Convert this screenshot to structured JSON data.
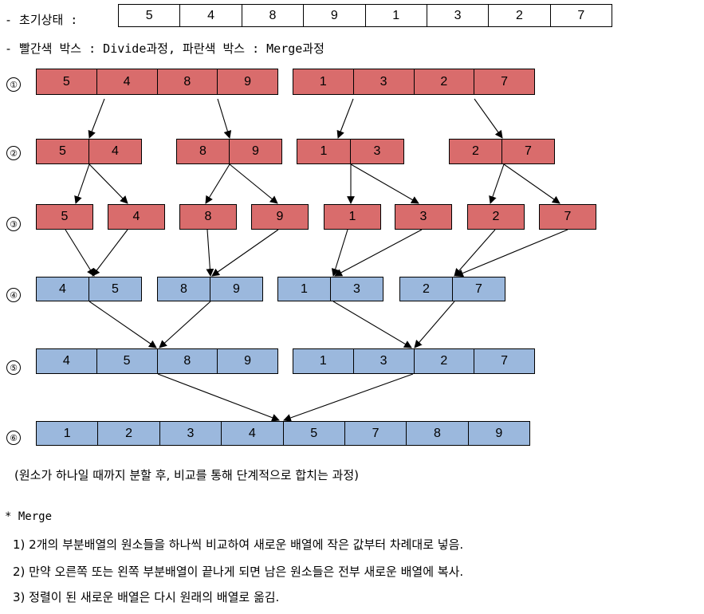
{
  "header": {
    "initial_label": "- 초기상태 :",
    "initial_values": [
      "5",
      "4",
      "8",
      "9",
      "1",
      "3",
      "2",
      "7"
    ],
    "legend": "- 빨간색 박스 : Divide과정, 파란색 박스 : Merge과정"
  },
  "rows": {
    "markers": [
      "①",
      "②",
      "③",
      "④",
      "⑤",
      "⑥"
    ],
    "r1": [
      [
        "5",
        "4",
        "8",
        "9"
      ],
      [
        "1",
        "3",
        "2",
        "7"
      ]
    ],
    "r2": [
      [
        "5",
        "4"
      ],
      [
        "8",
        "9"
      ],
      [
        "1",
        "3"
      ],
      [
        "2",
        "7"
      ]
    ],
    "r3": [
      [
        "5"
      ],
      [
        "4"
      ],
      [
        "8"
      ],
      [
        "9"
      ],
      [
        "1"
      ],
      [
        "3"
      ],
      [
        "2"
      ],
      [
        "7"
      ]
    ],
    "r4": [
      [
        "4",
        "5"
      ],
      [
        "8",
        "9"
      ],
      [
        "1",
        "3"
      ],
      [
        "2",
        "7"
      ]
    ],
    "r5": [
      [
        "4",
        "5",
        "8",
        "9"
      ],
      [
        "1",
        "3",
        "2",
        "7"
      ]
    ],
    "r6": [
      [
        "1",
        "2",
        "3",
        "4",
        "5",
        "7",
        "8",
        "9"
      ]
    ]
  },
  "caption": "(원소가 하나일 때까지 분할 후, 비교를 통해 단계적으로 합치는 과정)",
  "notes": {
    "title": "* Merge",
    "items": [
      "1) 2개의 부분배열의 원소들을 하나씩 비교하여 새로운 배열에 작은 값부터 차례대로 넣음.",
      "2) 만약 오른쪽 또는 왼쪽 부분배열이 끝나게 되면 남은 원소들은 전부 새로운 배열에 복사.",
      "3) 정렬이 된 새로운 배열은 다시 원래의 배열로 옮김."
    ]
  },
  "colors": {
    "divide": "#d96c6c",
    "merge": "#9bb8dd",
    "line": "#000000"
  }
}
